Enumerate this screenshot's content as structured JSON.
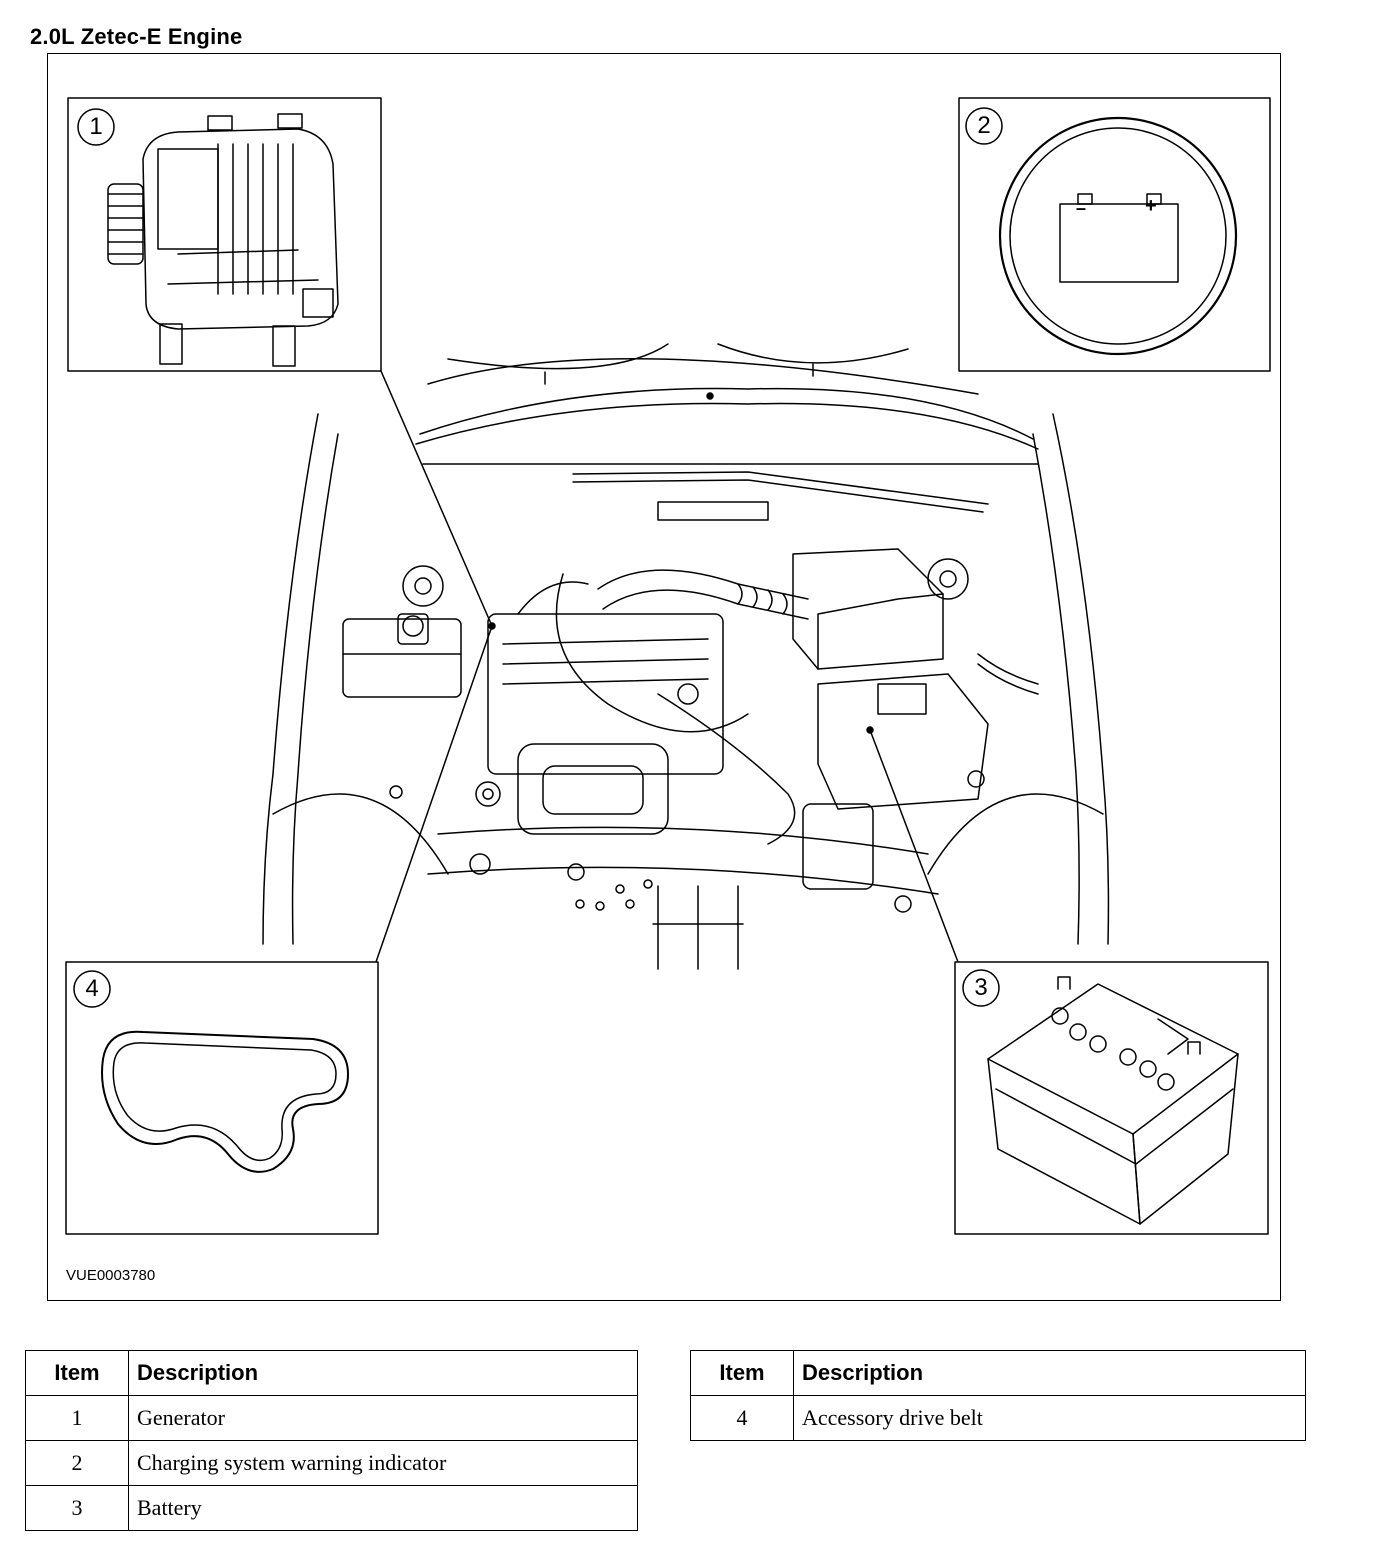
{
  "title": "2.0L Zetec-E Engine",
  "figure_id": "VUE0003780",
  "callouts": [
    "1",
    "2",
    "3",
    "4"
  ],
  "icons": {
    "1": "generator-icon",
    "2": "battery-warning-lamp-icon",
    "3": "battery-icon",
    "4": "drive-belt-icon"
  },
  "battery_lamp_symbols": {
    "minus": "–",
    "plus": "+"
  },
  "table_left": {
    "headers": {
      "item": "Item",
      "description": "Description"
    },
    "rows": [
      {
        "item": "1",
        "description": "Generator"
      },
      {
        "item": "2",
        "description": "Charging system warning indicator"
      },
      {
        "item": "3",
        "description": "Battery"
      }
    ]
  },
  "table_right": {
    "headers": {
      "item": "Item",
      "description": "Description"
    },
    "rows": [
      {
        "item": "4",
        "description": "Accessory drive belt"
      }
    ]
  }
}
